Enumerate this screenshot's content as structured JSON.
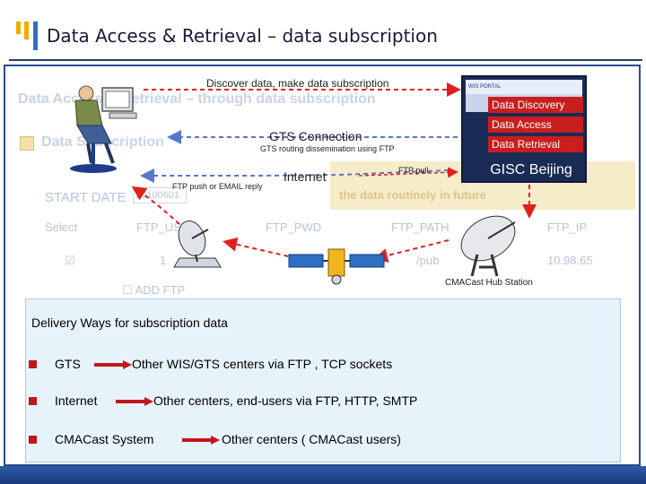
{
  "header": {
    "title": "Data Access & Retrieval – data subscription",
    "logo_colors": [
      "#f2a900",
      "#2e6fc1"
    ]
  },
  "background_form": {
    "heading": "Data Access & Retrieval – through data subscription",
    "subheading": "Data Subscription",
    "start_date_label": "START DATE",
    "start_date_value": "20100601",
    "notice": "the data routinely in future",
    "columns": [
      "Select",
      "FTP_USR",
      "FTP_PWD",
      "FTP_PATH",
      "FTP_IP"
    ],
    "row_values": [
      "",
      "1",
      "",
      "/pub",
      "10.98.65"
    ],
    "add_button": "ADD FTP"
  },
  "diagram": {
    "discover_label": "Discover data, make data subscription",
    "gts_connection_label": "GTS Connection",
    "gts_routing_label": "GTS routing dissemination using FTP",
    "internet_label": "Internet",
    "ftp_pull_label": "FTP pull",
    "ftp_push_label": "FTP push or EMAIL reply",
    "hub_label": "CMACast Hub Station",
    "portal_header": "WIS PORTAL",
    "portal_menu": [
      "Data Discovery",
      "Data Access",
      "Data Retrieval"
    ],
    "gisc_label": "GISC Beijing",
    "arrow_color_red": "#e02020",
    "arrow_color_blue": "#5577cc"
  },
  "delivery": {
    "title": "Delivery Ways for subscription data",
    "items": [
      {
        "from": "GTS",
        "to": "Other WIS/GTS centers via FTP , TCP sockets"
      },
      {
        "from": "Internet",
        "to": "Other centers, end-users via FTP, HTTP, SMTP"
      },
      {
        "from": "CMACast System",
        "to": "Other centers ( CMACast  users)"
      }
    ],
    "bullet_color": "#c0161c"
  }
}
